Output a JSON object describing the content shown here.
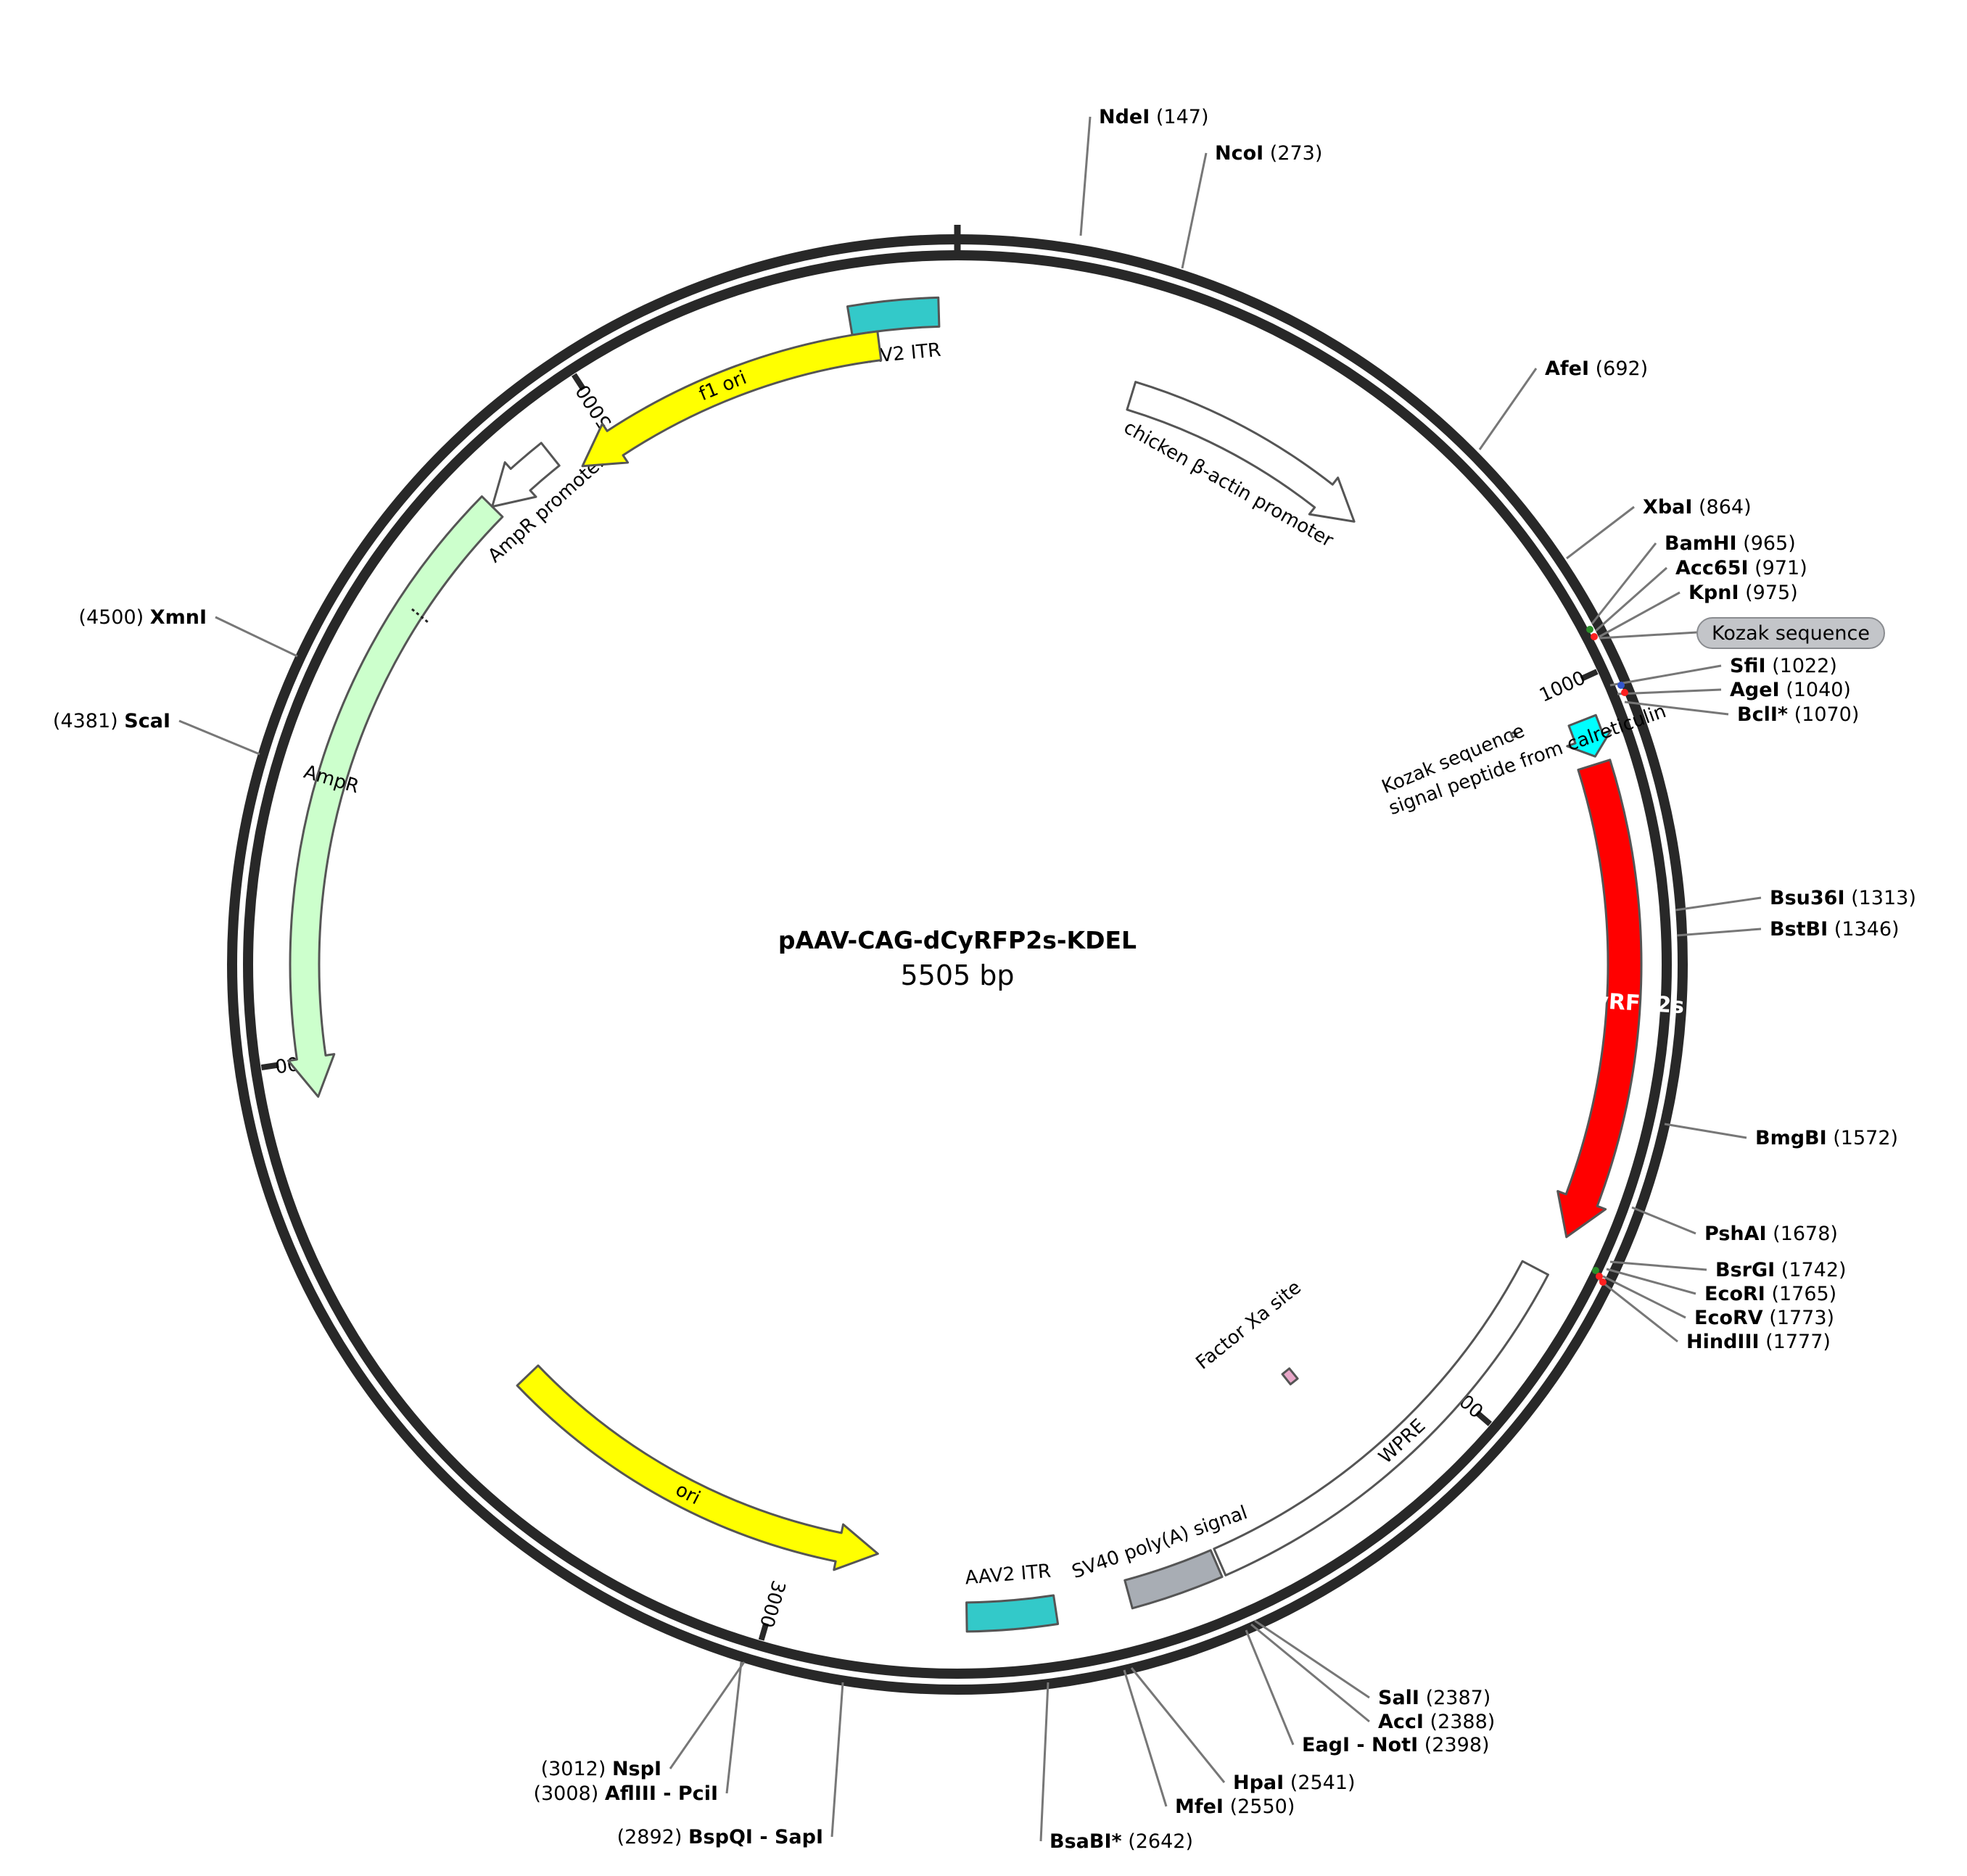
{
  "title": "pAAV-CAG-dCyRFP2s-KDEL",
  "length_label": "5505 bp",
  "length_bp": 5505,
  "ticks": [
    {
      "pos": 1000,
      "label": "1000"
    },
    {
      "pos": 2000,
      "label": "2000"
    },
    {
      "pos": 3000,
      "label": "3000"
    },
    {
      "pos": 4000,
      "label": "4000"
    },
    {
      "pos": 5000,
      "label": "5000"
    }
  ],
  "features": [
    {
      "id": "aav2-itr-top",
      "name": "AAV2 ITR",
      "start": 5360,
      "end": 5480,
      "dir": "none",
      "color": "#33c9c9"
    },
    {
      "id": "chicken-b-actin-promoter",
      "name": "chicken β-actin promoter",
      "start": 260,
      "end": 640,
      "dir": "fwd",
      "color": "#ffffff"
    },
    {
      "id": "signal-peptide",
      "name": "signal peptide from calreticulin",
      "start": 1050,
      "end": 1100,
      "dir": "fwd",
      "color": "#00ffff"
    },
    {
      "id": "kozak-inner",
      "name": "Kozak sequence",
      "start": 1030,
      "end": 1036,
      "dir": "none",
      "color": "#ffffff"
    },
    {
      "id": "dcyrfp2s",
      "name": "dCyRFP2s",
      "start": 1110,
      "end": 1745,
      "dir": "fwd",
      "color": "#ff0000"
    },
    {
      "id": "wpre",
      "name": "WPRE",
      "start": 1800,
      "end": 2390,
      "dir": "none",
      "color": "#ffffff"
    },
    {
      "id": "factor-xa",
      "name": "Factor Xa site",
      "start": 2150,
      "end": 2165,
      "dir": "none",
      "color": "#e8a6c8"
    },
    {
      "id": "sv40-polya",
      "name": "SV40 poly(A) signal",
      "start": 2395,
      "end": 2520,
      "dir": "none",
      "color": "#a8adb4"
    },
    {
      "id": "aav2-itr-bottom",
      "name": "AAV2 ITR",
      "start": 2620,
      "end": 2740,
      "dir": "none",
      "color": "#33c9c9"
    },
    {
      "id": "ori",
      "name": "ori",
      "start": 2870,
      "end": 3460,
      "dir": "rev",
      "color": "#ffff00"
    },
    {
      "id": "ampr",
      "name": "AmpR",
      "start": 3950,
      "end": 4810,
      "dir": "rev",
      "color": "#ccffcc"
    },
    {
      "id": "ampr-promoter",
      "name": "AmpR promoter",
      "start": 4810,
      "end": 4915,
      "dir": "rev",
      "color": "#ffffff"
    },
    {
      "id": "f1-ori",
      "name": "f1 ori",
      "start": 4940,
      "end": 5395,
      "dir": "rev",
      "color": "#ffff00"
    }
  ],
  "kozak_callout": {
    "name": "Kozak sequence"
  },
  "sites": [
    {
      "name": "NdeI",
      "pos": "147"
    },
    {
      "name": "NcoI",
      "pos": "273"
    },
    {
      "name": "AfeI",
      "pos": "692"
    },
    {
      "name": "XbaI",
      "pos": "864"
    },
    {
      "name": "BamHI",
      "pos": "965"
    },
    {
      "name": "Acc65I",
      "pos": "971"
    },
    {
      "name": "KpnI",
      "pos": "975"
    },
    {
      "name": "SfiI",
      "pos": "1022"
    },
    {
      "name": "AgeI",
      "pos": "1040"
    },
    {
      "name": "BclI*",
      "pos": "1070"
    },
    {
      "name": "Bsu36I",
      "pos": "1313"
    },
    {
      "name": "BstBI",
      "pos": "1346"
    },
    {
      "name": "BmgBI",
      "pos": "1572"
    },
    {
      "name": "PshAI",
      "pos": "1678"
    },
    {
      "name": "BsrGI",
      "pos": "1742"
    },
    {
      "name": "EcoRI",
      "pos": "1765"
    },
    {
      "name": "EcoRV",
      "pos": "1773"
    },
    {
      "name": "HindIII",
      "pos": "1777"
    },
    {
      "name": "SalI",
      "pos": "2387"
    },
    {
      "name": "AccI",
      "pos": "2388"
    },
    {
      "name": "EagI - NotI",
      "pos": "2398"
    },
    {
      "name": "HpaI",
      "pos": "2541"
    },
    {
      "name": "MfeI",
      "pos": "2550"
    },
    {
      "name": "BsaBI*",
      "pos": "2642"
    },
    {
      "name": "BspQI - SapI",
      "pos": "2892"
    },
    {
      "name": "AflIII - PciI",
      "pos": "3008"
    },
    {
      "name": "NspI",
      "pos": "3012"
    },
    {
      "name": "ScaI",
      "pos": "4381"
    },
    {
      "name": "XmnI",
      "pos": "4500"
    }
  ]
}
